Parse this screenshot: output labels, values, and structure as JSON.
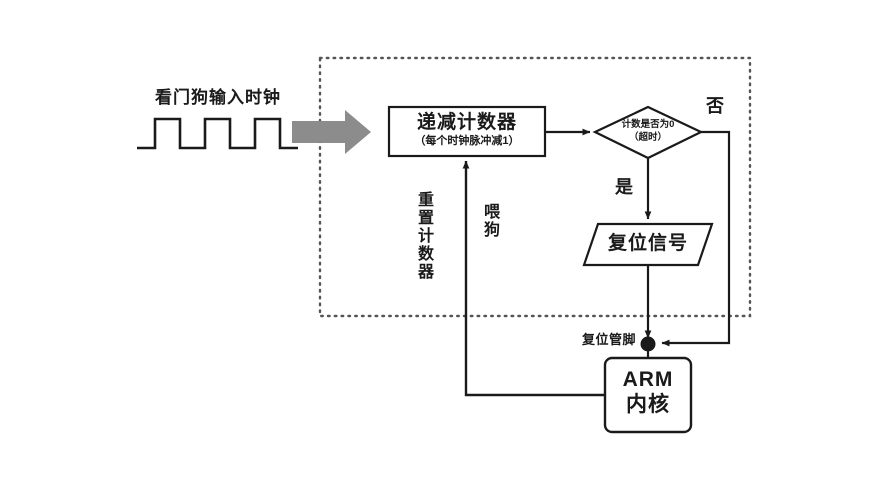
{
  "diagram": {
    "title_clock": "看门狗输入时钟",
    "nodes": {
      "counter": {
        "label": "递减计数器",
        "sublabel": "（每个时钟脉冲减1）"
      },
      "decision": {
        "line1": "计数是否为0",
        "line2": "（超时）"
      },
      "reset_signal": {
        "label": "复位信号"
      },
      "arm": {
        "line1": "ARM",
        "line2": "内核"
      }
    },
    "edge_labels": {
      "no": "否",
      "yes": "是",
      "reset_counter": "重置计数器",
      "feed_dog": "喂狗",
      "reset_pin": "复位管脚"
    },
    "colors": {
      "stroke": "#1a1a1a",
      "gray_arrow": "#8c8c8c",
      "dotted_border": "#555555",
      "background": "#ffffff"
    },
    "waveform": {
      "name": "watchdog-clock-square-wave",
      "pulses": 3,
      "high_level": 119,
      "low_level": 148
    }
  }
}
